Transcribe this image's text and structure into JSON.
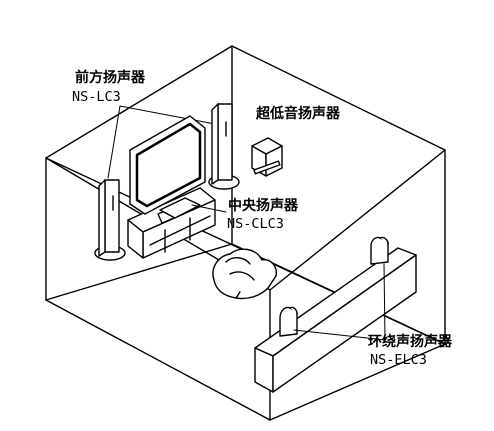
{
  "labels": {
    "front": {
      "name": "前方扬声器",
      "model": "NS-LC3"
    },
    "subwoofer": {
      "name": "超低音扬声器"
    },
    "center": {
      "name": "中央扬声器",
      "model": "NS-CLC3"
    },
    "surround": {
      "name": "环绕声扬声器",
      "model": "NS-ELC3"
    }
  }
}
